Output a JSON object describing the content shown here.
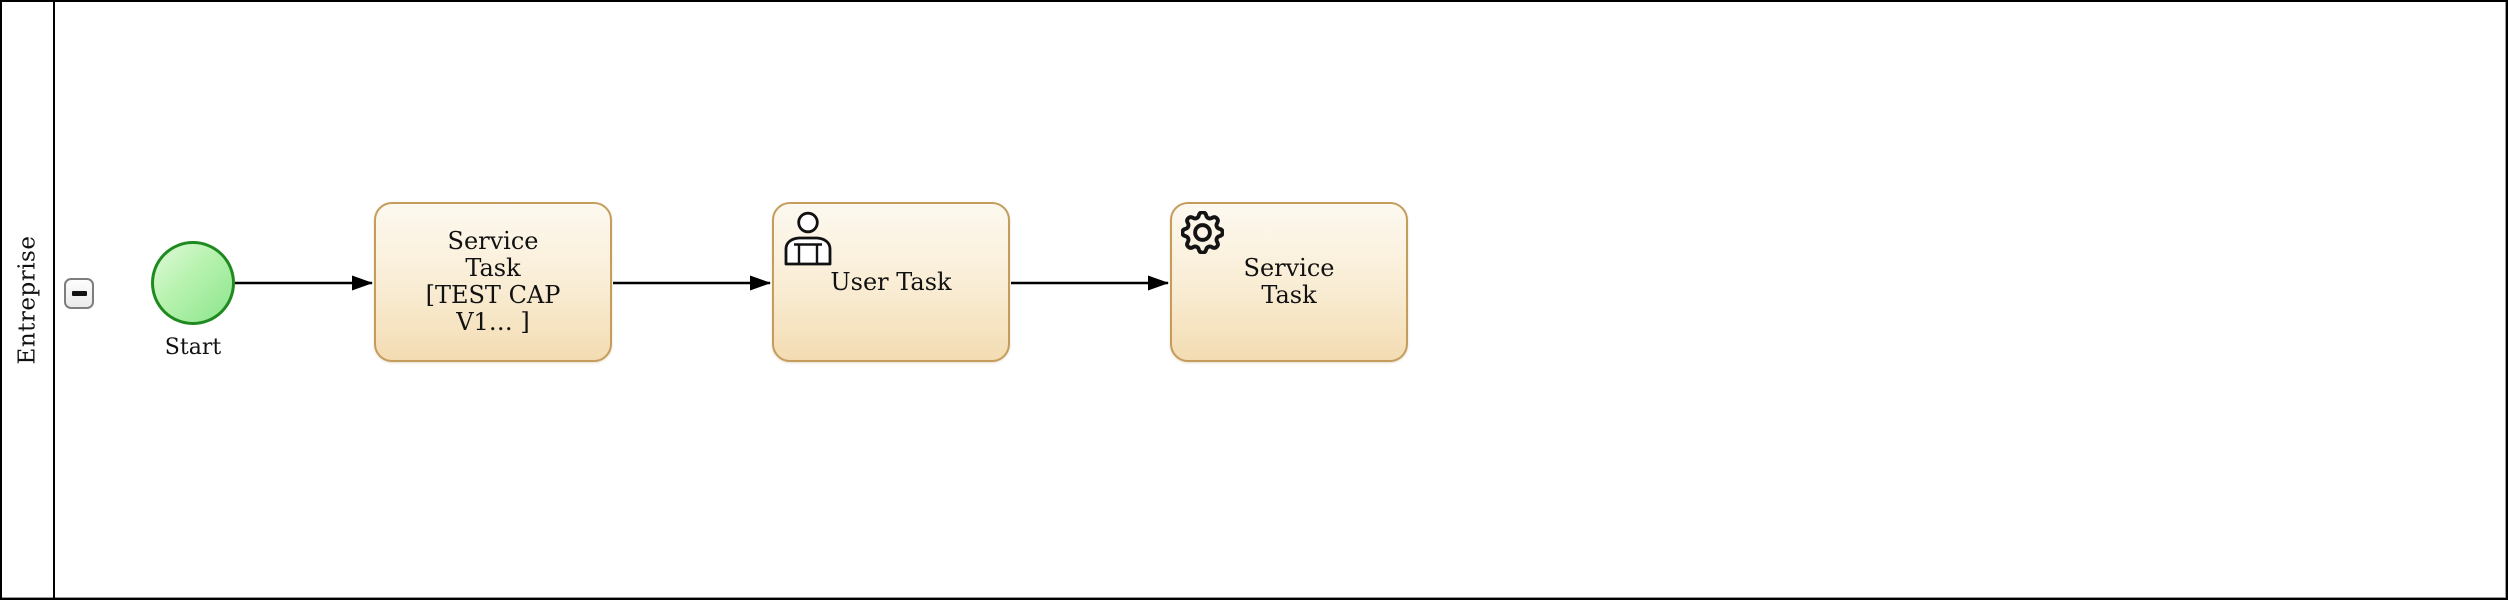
{
  "diagram": {
    "type": "bpmn-process",
    "lane": {
      "label": "Entreprise",
      "collapse_button_icon": "minus-icon"
    },
    "nodes": {
      "start": {
        "type": "start-event",
        "label": "Start"
      },
      "service_task_1": {
        "type": "service-task",
        "label": "Service\nTask\n[TEST CAP\nV1… ]"
      },
      "user_task": {
        "type": "user-task",
        "label": "User Task",
        "icon": "user-icon"
      },
      "service_task_2": {
        "type": "service-task",
        "label": "Service\nTask",
        "icon": "gear-icon"
      }
    },
    "flows": [
      {
        "from": "start",
        "to": "service_task_1"
      },
      {
        "from": "service_task_1",
        "to": "user_task"
      },
      {
        "from": "user_task",
        "to": "service_task_2"
      }
    ],
    "colors": {
      "task_border": "#c49c5c",
      "task_fill_top": "#fdf9f0",
      "task_fill_bottom": "#f3dcb2",
      "start_border": "#1f8a1f",
      "start_fill_light": "#dff9d8",
      "start_fill_dark": "#8ce58c",
      "flow_line": "#000000",
      "pool_border": "#000000"
    }
  }
}
